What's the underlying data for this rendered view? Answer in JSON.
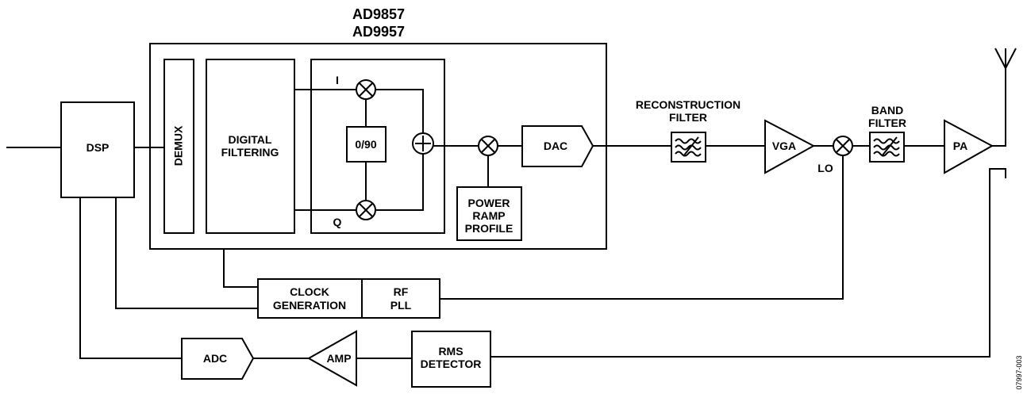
{
  "title": {
    "line1": "AD9857",
    "line2": "AD9957"
  },
  "blocks": {
    "dsp": "DSP",
    "demux": "DEMUX",
    "digital_filtering": {
      "line1": "DIGITAL",
      "line2": "FILTERING"
    },
    "phase": "0/90",
    "dac": "DAC",
    "power_ramp": {
      "line1": "POWER",
      "line2": "RAMP",
      "line3": "PROFILE"
    },
    "reconstruction_filter": {
      "line1": "RECONSTRUCTION",
      "line2": "FILTER"
    },
    "vga": "VGA",
    "lo": "LO",
    "band_filter": {
      "line1": "BAND",
      "line2": "FILTER"
    },
    "pa": "PA",
    "clock_generation": {
      "line1": "CLOCK",
      "line2": "GENERATION"
    },
    "rf_pll": {
      "line1": "RF",
      "line2": "PLL"
    },
    "adc": "ADC",
    "amp": "AMP",
    "rms_detector": {
      "line1": "RMS",
      "line2": "DETECTOR"
    }
  },
  "labels": {
    "i": "I",
    "q": "Q"
  },
  "figure_id": "07997-003"
}
